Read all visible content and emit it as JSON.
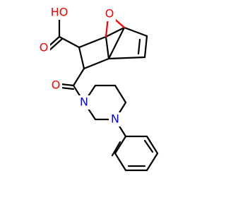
{
  "molecule": {
    "labels": {
      "hydroxyl": "HO",
      "carbonyl_oxygen_acid": "O",
      "bridge_oxygen": "O",
      "amide_oxygen": "O",
      "piperazine_n1": "N",
      "piperazine_n4": "N"
    },
    "colors": {
      "carbon_bonds": "#000000",
      "oxygen": "#ff0000",
      "nitrogen": "#0000ff",
      "background": "#ffffff"
    }
  }
}
